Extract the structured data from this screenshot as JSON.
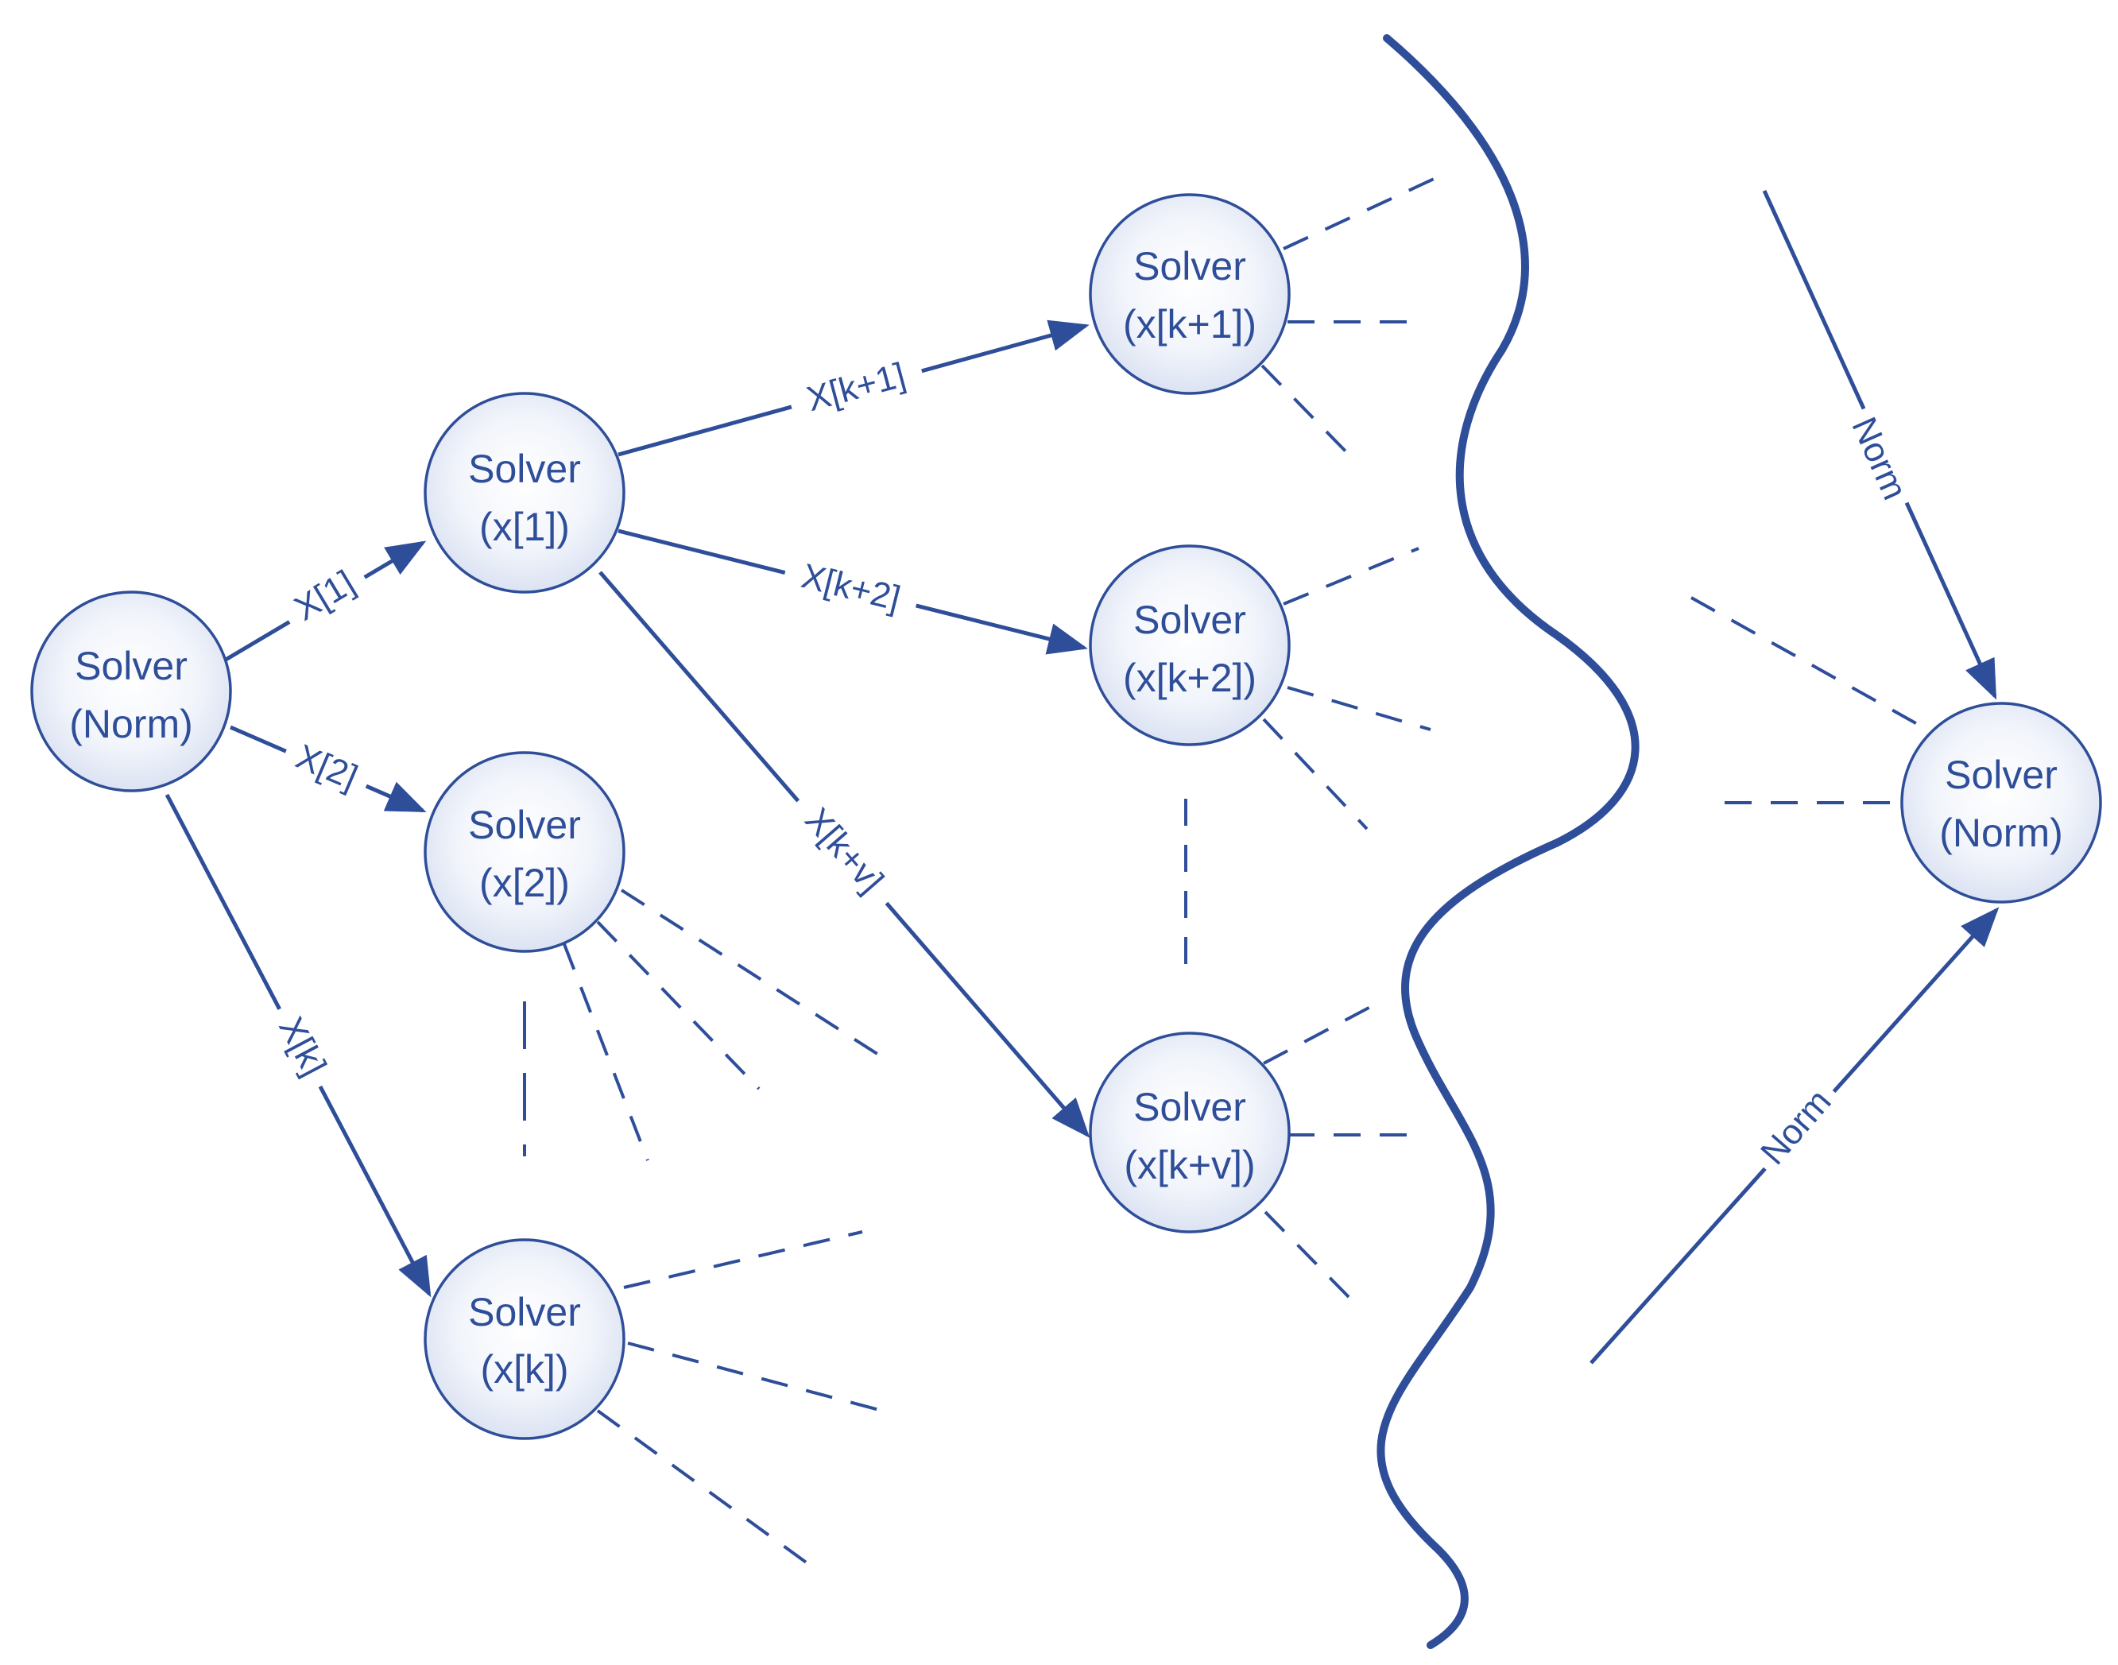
{
  "colors": {
    "primary": "#2f4e99",
    "node_fill_center": "#ffffff",
    "node_fill_edge": "#d6def0"
  },
  "nodes": {
    "root": {
      "line1": "Solver",
      "line2": "(Norm)"
    },
    "x1": {
      "line1": "Solver",
      "line2": "(x[1])"
    },
    "x2": {
      "line1": "Solver",
      "line2": "(x[2])"
    },
    "xk": {
      "line1": "Solver",
      "line2": "(x[k])"
    },
    "xk1": {
      "line1": "Solver",
      "line2": "(x[k+1])"
    },
    "xk2": {
      "line1": "Solver",
      "line2": "(x[k+2])"
    },
    "xkv": {
      "line1": "Solver",
      "line2": "(x[k+v])"
    },
    "final": {
      "line1": "Solver",
      "line2": "(Norm)"
    }
  },
  "edges": {
    "root_x1": "X[1]",
    "root_x2": "X[2]",
    "root_xk": "X[k]",
    "x1_xk1": "X[k+1]",
    "x1_xk2": "X[k+2]",
    "x1_xkv": "X[k+v]",
    "norm_top": "Norm",
    "norm_bottom": "Norm"
  }
}
